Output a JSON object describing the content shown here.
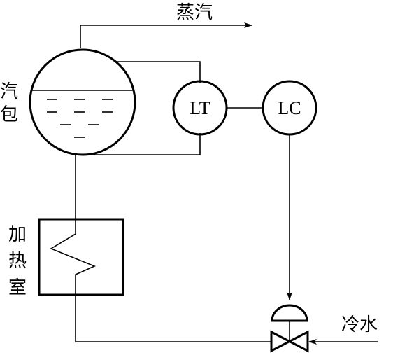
{
  "labels": {
    "steam": "蒸汽",
    "drum_line1": "汽",
    "drum_line2": "包",
    "heater_line1": "加",
    "heater_line2": "热",
    "heater_line3": "室",
    "cold_water": "冷水"
  },
  "instruments": {
    "level_transmitter": "LT",
    "level_controller": "LC"
  }
}
